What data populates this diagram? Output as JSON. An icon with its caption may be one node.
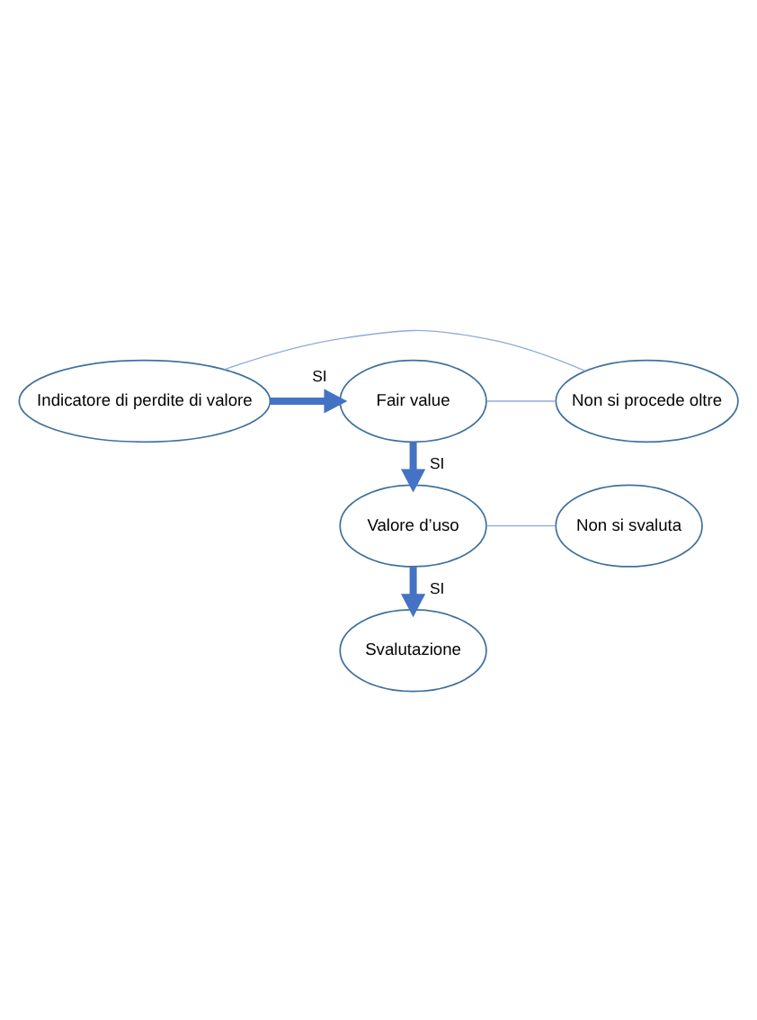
{
  "diagram": {
    "nodes": [
      {
        "text": [
          "Indicatore di perdite di valore"
        ]
      },
      {
        "text": [
          "Fair value"
        ]
      },
      {
        "text": [
          "Non si procede oltre"
        ]
      },
      {
        "text": [
          "Valore d’uso"
        ]
      },
      {
        "text": [
          "Non si svaluta"
        ]
      },
      {
        "text": [
          "Svalutazione"
        ]
      }
    ],
    "edges": [
      {
        "from": 0,
        "to": 1,
        "arrow": "to",
        "label": "SI",
        "style": "thick",
        "color": "#4472c4"
      },
      {
        "from": 0,
        "to": 2,
        "arrow": "none",
        "color": "#8faadc"
      },
      {
        "from": 1,
        "to": 2,
        "arrow": "none",
        "color": "#8faadc"
      },
      {
        "from": 1,
        "to": 3,
        "arrow": "to",
        "label": "SI",
        "style": "thick",
        "color": "#4472c4"
      },
      {
        "from": 3,
        "to": 4,
        "arrow": "none",
        "color": "#8faadc"
      },
      {
        "from": 3,
        "to": 5,
        "arrow": "to",
        "label": "SI",
        "style": "thick",
        "color": "#4472c4"
      }
    ]
  }
}
